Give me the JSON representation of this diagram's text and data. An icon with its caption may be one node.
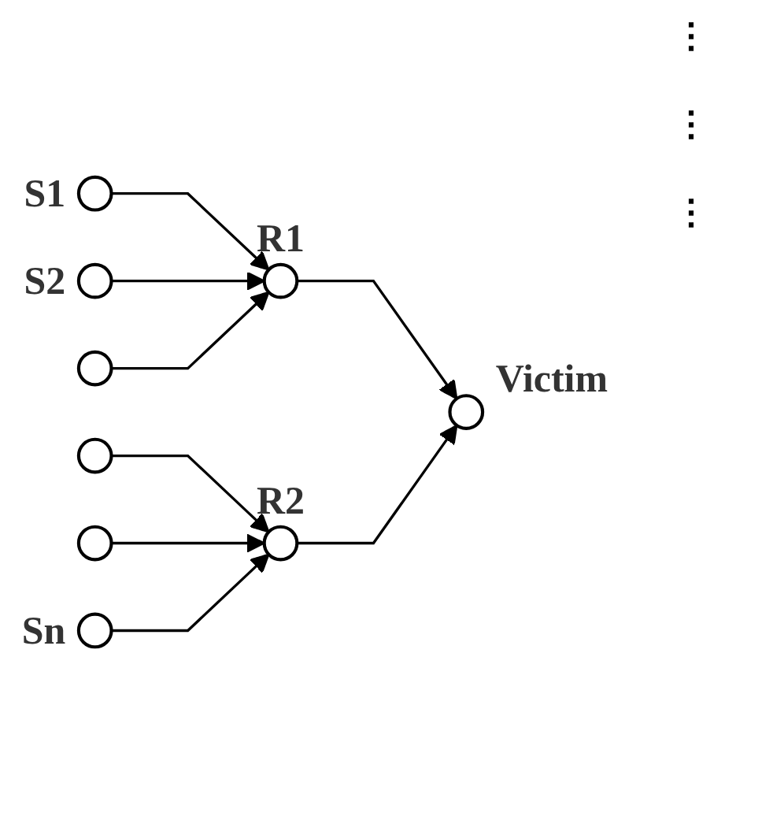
{
  "diagram": {
    "nodes": [
      {
        "text": [],
        "shape": "circle",
        "beside": [
          "S1"
        ]
      },
      {
        "text": [],
        "shape": "circle",
        "beside": [
          "S2"
        ]
      },
      {
        "text": [],
        "shape": "circle"
      },
      {
        "text": [],
        "shape": "circle"
      },
      {
        "text": [],
        "shape": "circle"
      },
      {
        "text": [],
        "shape": "circle",
        "beside": [
          "Sn"
        ]
      },
      {
        "text": [],
        "shape": "circle",
        "beside": [
          "R1"
        ]
      },
      {
        "text": [],
        "shape": "circle",
        "beside": [
          "R2"
        ]
      },
      {
        "text": [],
        "shape": "circle",
        "beside": [
          "Victim"
        ]
      }
    ],
    "edges": [
      {
        "from": 0,
        "to": 6,
        "arrow": "to"
      },
      {
        "from": 1,
        "to": 6,
        "arrow": "to"
      },
      {
        "from": 2,
        "to": 6,
        "arrow": "to"
      },
      {
        "from": 3,
        "to": 7,
        "arrow": "to"
      },
      {
        "from": 4,
        "to": 7,
        "arrow": "to"
      },
      {
        "from": 5,
        "to": 7,
        "arrow": "to"
      },
      {
        "from": 6,
        "to": 8,
        "arrow": "to"
      },
      {
        "from": 7,
        "to": 8,
        "arrow": "to"
      }
    ],
    "labels": [
      "⋮",
      "⋮",
      "⋮"
    ]
  }
}
